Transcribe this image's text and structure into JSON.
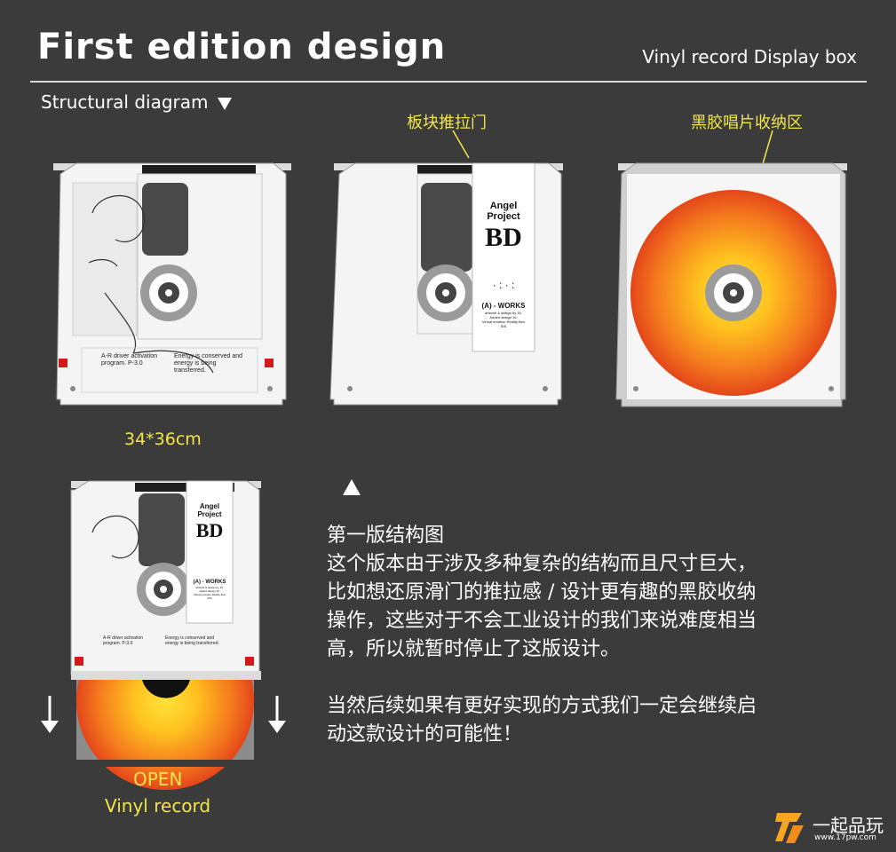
{
  "header": {
    "title": "First edition design",
    "subtitle": "Vinyl record Display box"
  },
  "section": {
    "label": "Structural diagram"
  },
  "callouts": {
    "sliding_door": "板块推拉门",
    "vinyl_storage": "黑胶唱片收纳区"
  },
  "box_text": {
    "card_brand_1": "Angel",
    "card_brand_2": "Project",
    "card_code": "BD",
    "card_works": "(A) - WORKS",
    "card_credit": "artwork & design by 16.",
    "card_credit2": "Added design 16.",
    "card_credit3": "Virtual emotion Reality flow",
    "card_num": "IDS",
    "program_label": "A-R driver activation program.",
    "program_code": "P-3.0",
    "energy_label": "Energy is conserved and energy is being transferred."
  },
  "size": "34*36cm",
  "open_label": "OPEN",
  "vinyl_label": "Vinyl record",
  "description": {
    "title": "第一版结构图",
    "line1": "这个版本由于涉及多种复杂的结构而且尺寸巨大，",
    "line2": "比如想还原滑门的推拉感 / 设计更有趣的黑胶收纳",
    "line3": "操作，这些对于不会工业设计的我们来说难度相当",
    "line4": "高，所以就暂时停止了这版设计。",
    "line5": "当然后续如果有更好实现的方式我们一定会继续启",
    "line6": "动这款设计的可能性！"
  },
  "watermark": {
    "text": "一起品玩",
    "url": "www.17pw.com"
  },
  "colors": {
    "background": "#3b3b3b",
    "accent_yellow": "#f2e64a",
    "box_white": "#f4f4f4",
    "vinyl_center": "#ffd23a",
    "vinyl_edge": "#e8471c"
  }
}
